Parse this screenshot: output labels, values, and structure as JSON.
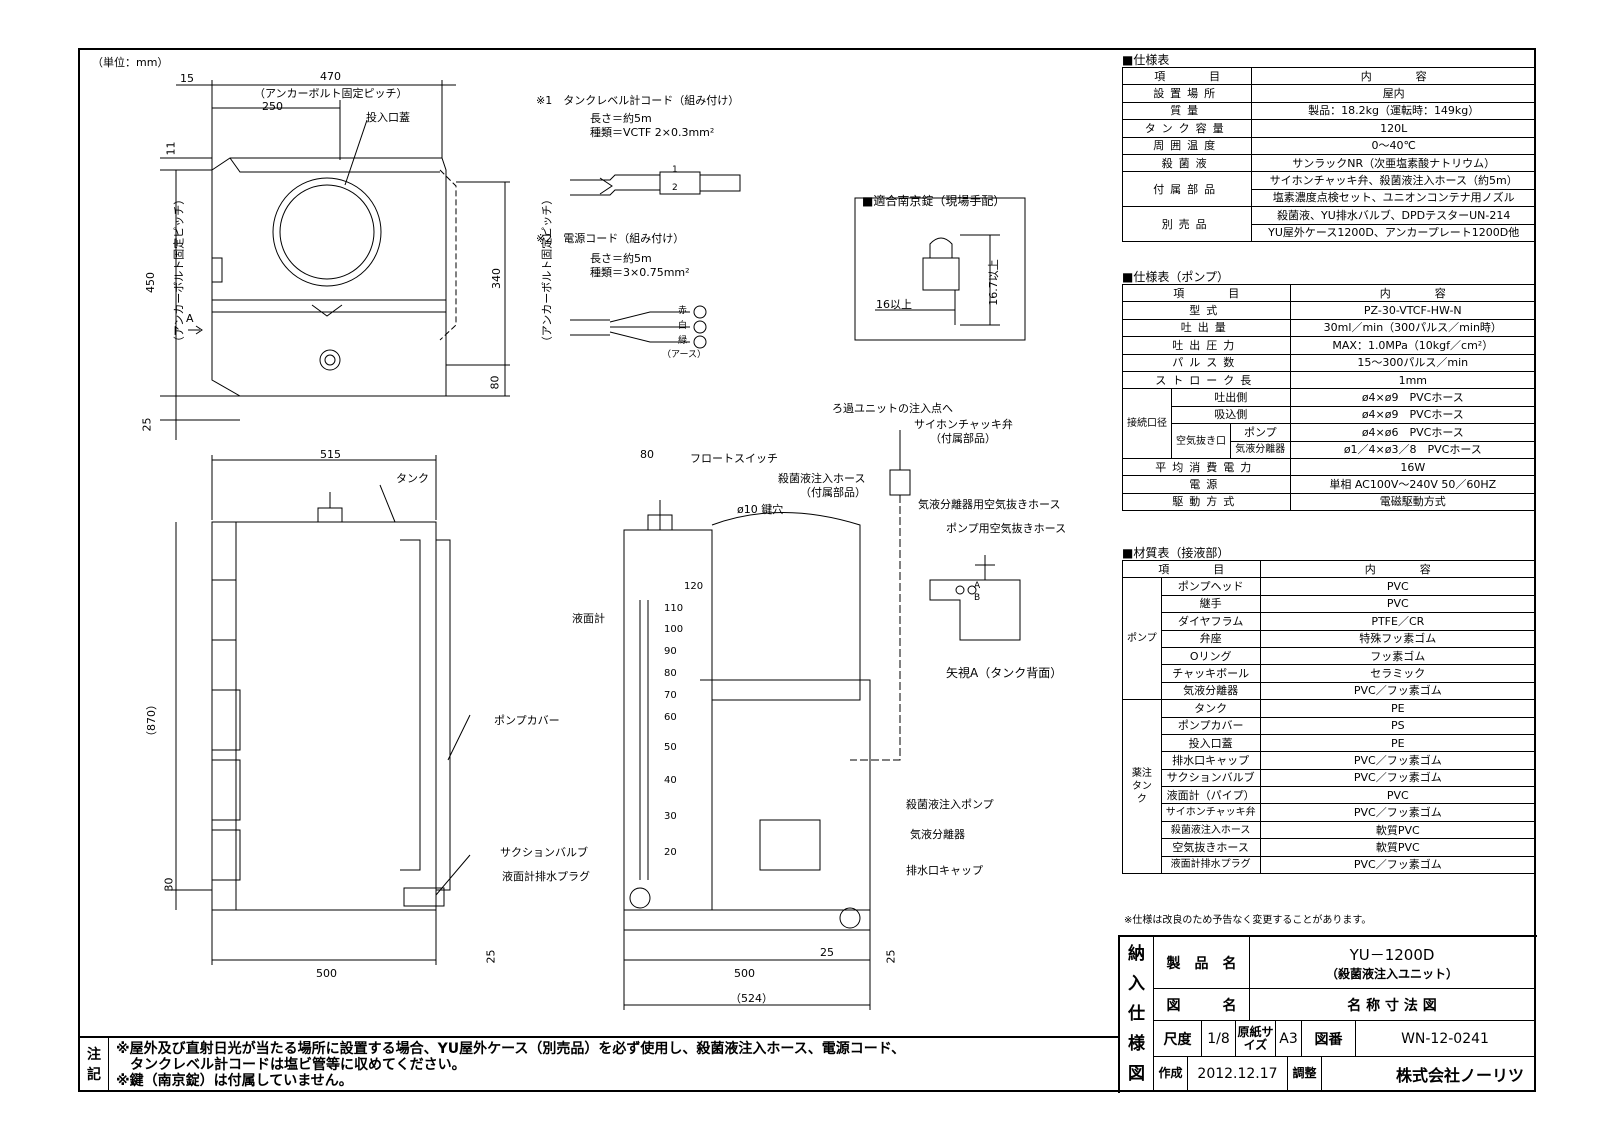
{
  "unit_note": "（単位：mm）",
  "front_view": {
    "dims": [
      "15",
      "470",
      "（アンカーボルト固定ピッチ）",
      "250",
      "投入口蓋",
      "11",
      "450",
      "（アンカーボルト固定ピッチ）",
      "A",
      "25",
      "340",
      "（アンカーボルト固定ピッチ）",
      "80"
    ]
  },
  "cords": {
    "c1_title": "※1　タンクレベル計コード（組み付け）",
    "c1_len": "長さ＝約5m",
    "c1_type": "種類＝VCTF 2×0.3mm²",
    "c1_w1": "1",
    "c1_w2": "2",
    "c2_title": "※2　電源コード（組み付け）",
    "c2_len": "長さ＝約5m",
    "c2_type": "種類＝3×0.75mm²",
    "c2_red": "赤",
    "c2_white": "白",
    "c2_green": "緑",
    "c2_earth": "（アース）"
  },
  "lock": {
    "title": "■適合南京錠（現場手配）",
    "w": "16以上",
    "h": "16.7以上"
  },
  "side_view": {
    "labels": [
      "515",
      "タンク",
      "（870）",
      "ポンプカバー",
      "サクションバルブ",
      "30",
      "500"
    ]
  },
  "section_view": {
    "labels": [
      "80",
      "フロートスイッチ",
      "殺菌液注入ホース",
      "（付属部品）",
      "ø10 鍵穴",
      "液面計",
      "液面計排水プラグ",
      "500",
      "（524）",
      "25",
      "25",
      "25",
      "ろ過ユニットの注入点へ",
      "サイホンチャッキ弁",
      "（付属部品）",
      "気液分離器用空気抜きホース",
      "ポンプ用空気抜きホース",
      "A",
      "B",
      "矢視A（タンク背面）",
      "殺菌液注入ポンプ",
      "気液分離器",
      "排水口キャップ"
    ],
    "scale": [
      "120",
      "110",
      "100",
      "90",
      "80",
      "70",
      "60",
      "50",
      "40",
      "30",
      "20"
    ]
  },
  "spec": {
    "title": "■仕様表",
    "header": [
      "項　　　　目",
      "内　　　　容"
    ],
    "rows": [
      [
        "設置場所",
        "屋内"
      ],
      [
        "質量",
        "製品：18.2kg（運転時：149kg）"
      ],
      [
        "タンク容量",
        "120L"
      ],
      [
        "周囲温度",
        "0～40℃"
      ],
      [
        "殺菌液",
        "サンラックNR（次亜塩素酸ナトリウム）"
      ],
      [
        "付属部品",
        "サイホンチャッキ弁、殺菌液注入ホース（約5m）"
      ],
      [
        "",
        "塩素濃度点検セット、ユニオンコンテナ用ノズル"
      ],
      [
        "別売品",
        "殺菌液、YU排水バルブ、DPDテスターUN-214"
      ],
      [
        "",
        "YU屋外ケース1200D、アンカープレート1200D他"
      ]
    ]
  },
  "pump": {
    "title": "■仕様表（ポンプ）",
    "header": [
      "項　　　　目",
      "内　　　　容"
    ],
    "rows": [
      [
        "型式",
        "PZ-30-VTCF-HW-N"
      ],
      [
        "吐出量",
        "30ml／min（300パルス／min時）"
      ],
      [
        "吐出圧力",
        "MAX：1.0MPa（10kgf／cm²）"
      ],
      [
        "パルス数",
        "15～300パルス／min"
      ],
      [
        "ストローク長",
        "1mm"
      ]
    ],
    "conn_group": "接続口径",
    "conn_rows": [
      [
        "吐出側",
        "ø4×ø9　PVCホース"
      ],
      [
        "吸込側",
        "ø4×ø9　PVCホース"
      ]
    ],
    "air_group": "空気抜き口",
    "air_rows": [
      [
        "ポンプ",
        "ø4×ø6　PVCホース"
      ],
      [
        "気液分離器",
        "ø1／4×ø3／8　PVCホース"
      ]
    ],
    "tail_rows": [
      [
        "平均消費電力",
        "16W"
      ],
      [
        "電源",
        "単相 AC100V～240V 50／60HZ"
      ],
      [
        "駆動方式",
        "電磁駆動方式"
      ]
    ]
  },
  "material": {
    "title": "■材質表（接液部）",
    "header": [
      "項　　　　目",
      "内　　　　容"
    ],
    "pump_group": "ポンプ",
    "pump_rows": [
      [
        "ポンプヘッド",
        "PVC"
      ],
      [
        "継手",
        "PVC"
      ],
      [
        "ダイヤフラム",
        "PTFE／CR"
      ],
      [
        "弁座",
        "特殊フッ素ゴム"
      ],
      [
        "Oリング",
        "フッ素ゴム"
      ],
      [
        "チャッキボール",
        "セラミック"
      ],
      [
        "気液分離器",
        "PVC／フッ素ゴム"
      ]
    ],
    "tank_group": "薬注タンク",
    "tank_rows": [
      [
        "タンク",
        "PE"
      ],
      [
        "ポンプカバー",
        "PS"
      ],
      [
        "投入口蓋",
        "PE"
      ],
      [
        "排水口キャップ",
        "PVC／フッ素ゴム"
      ],
      [
        "サクションバルブ",
        "PVC／フッ素ゴム"
      ],
      [
        "液面計（パイプ）",
        "PVC"
      ],
      [
        "サイホンチャッキ弁",
        "PVC／フッ素ゴム"
      ],
      [
        "殺菌液注入ホース",
        "軟質PVC"
      ],
      [
        "空気抜きホース",
        "軟質PVC"
      ],
      [
        "液面計排水プラグ",
        "PVC／フッ素ゴム"
      ]
    ],
    "footnote": "※仕様は改良のため予告なく変更することがあります。"
  },
  "notes": {
    "label": [
      "注",
      "記"
    ],
    "lines": [
      "※屋外及び直射日光が当たる場所に設置する場合、YU屋外ケース（別売品）を必ず使用し、殺菌液注入ホース、電源コード、",
      "　タンクレベル計コードは塩ビ管等に収めてください。",
      "※鍵（南京錠）は付属していません。"
    ]
  },
  "titleblock": {
    "vertical": [
      "納",
      "入",
      "仕",
      "様",
      "図"
    ],
    "product_label": "製　品　名",
    "product_name": "YU－1200D",
    "product_sub": "（殺菌液注入ユニット）",
    "drawing_label": "図　　　名",
    "drawing_name": "名 称 寸 法 図",
    "scale_label": "尺度",
    "scale": "1/8",
    "paper_label": "原紙サイズ",
    "paper": "A3",
    "number_label": "図番",
    "number": "WN-12-0241",
    "made_label": "作成",
    "date": "2012.12.17",
    "adj_label": "調整",
    "company": "株式会社ノーリツ"
  }
}
